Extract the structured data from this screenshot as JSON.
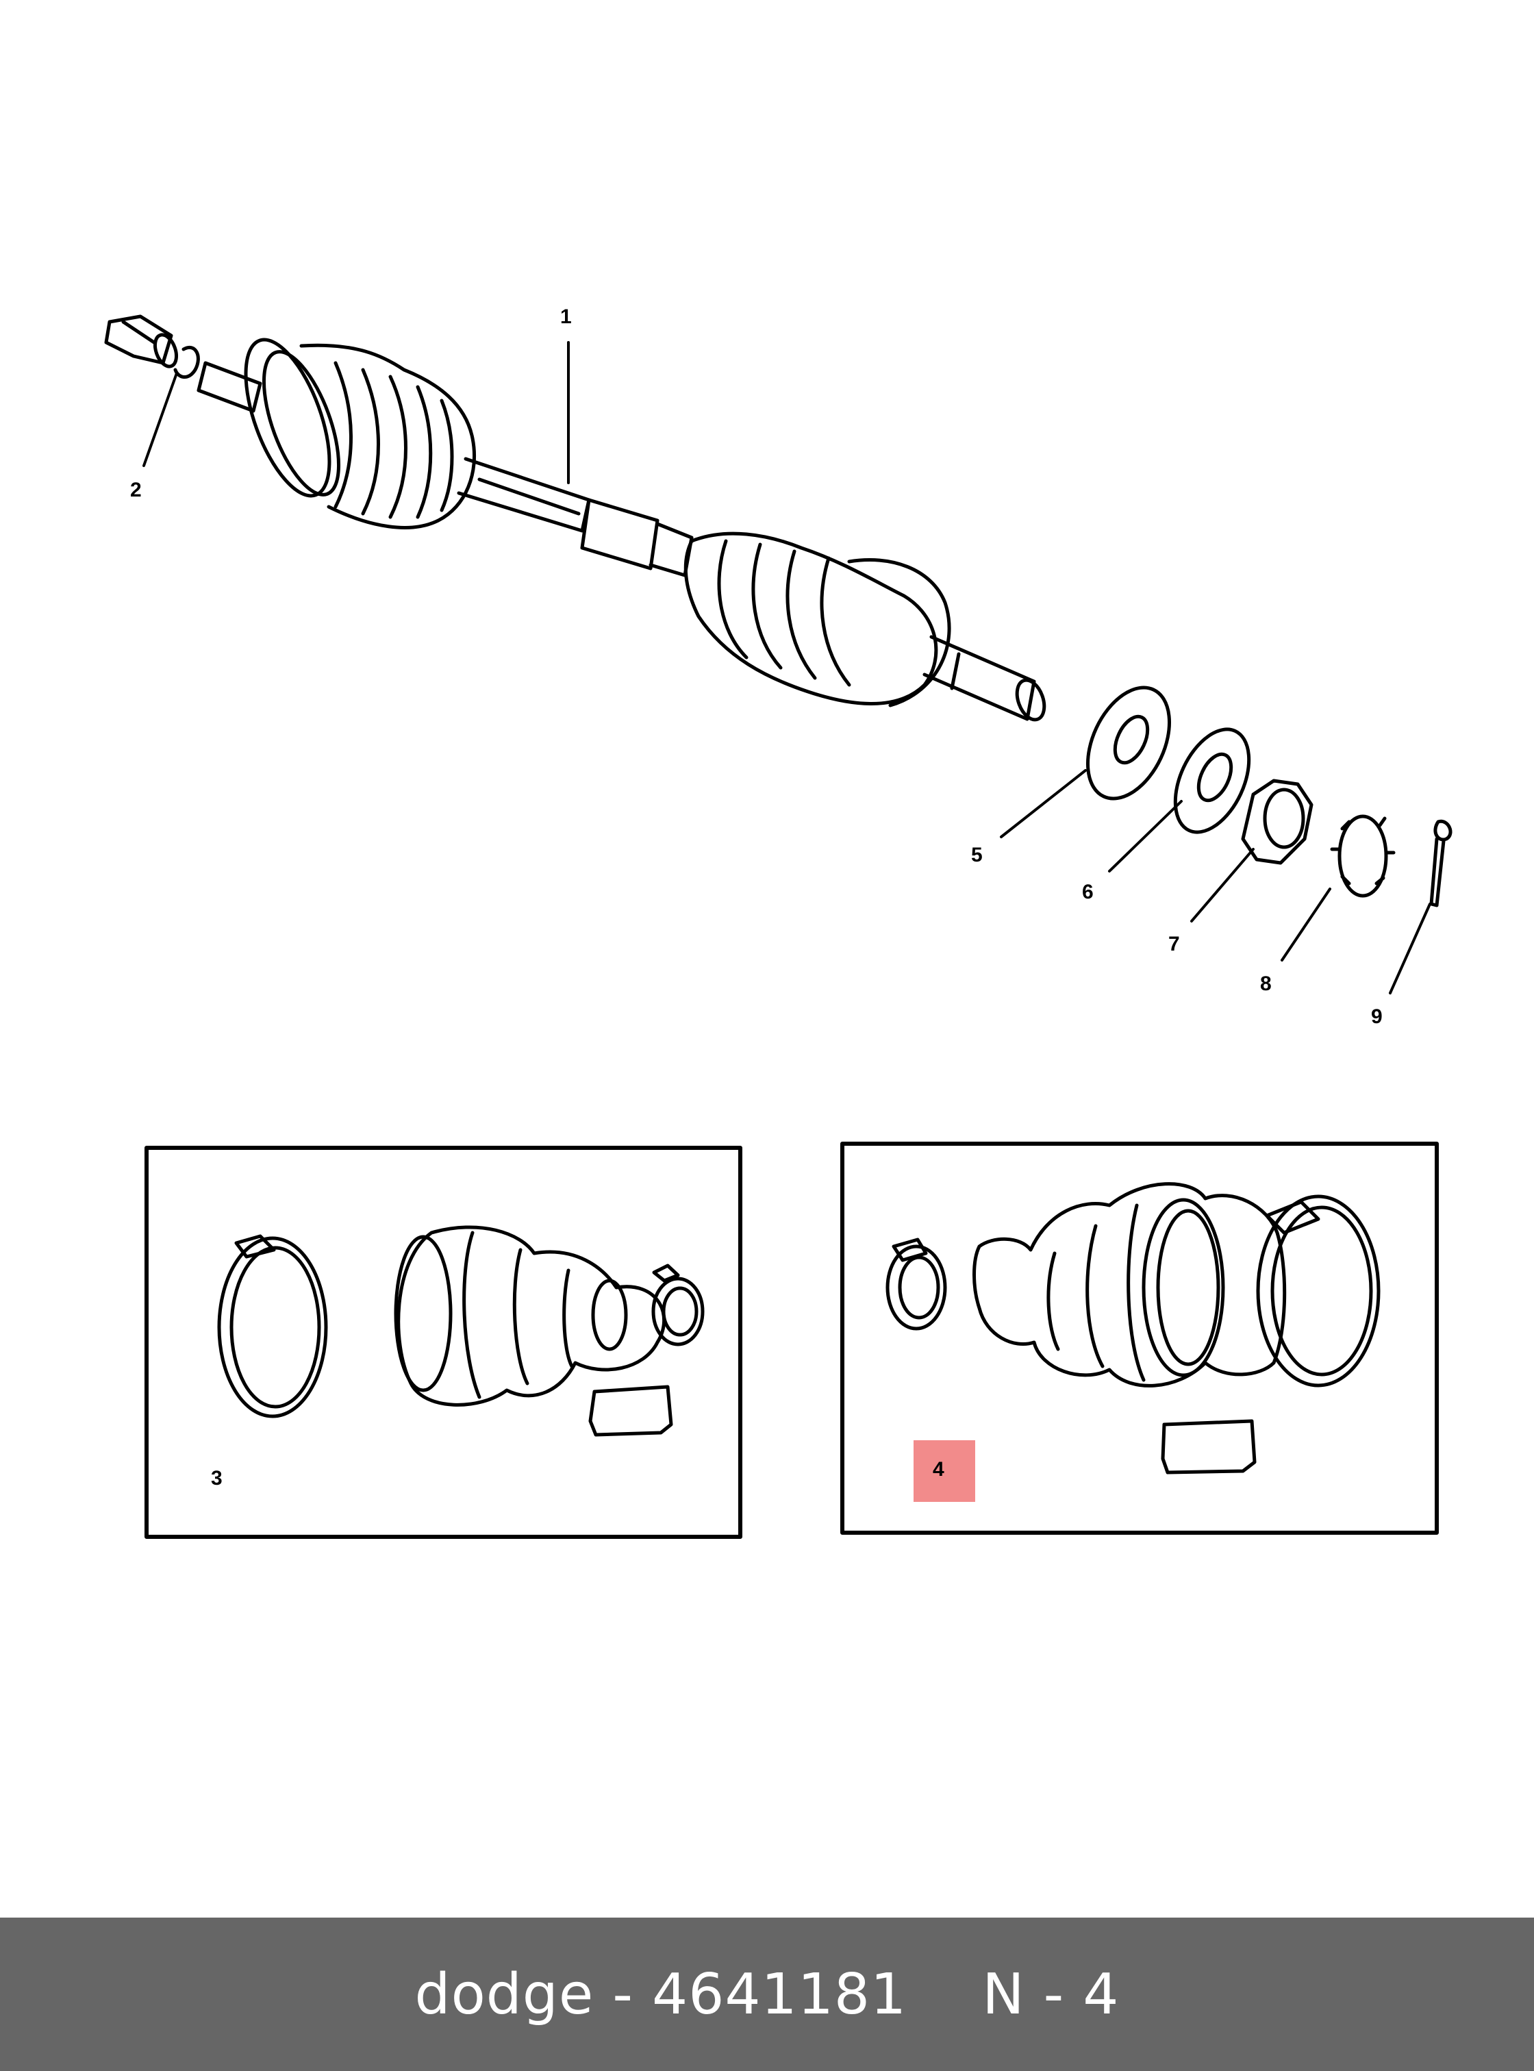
{
  "callouts": {
    "c1": "1",
    "c2": "2",
    "c3": "3",
    "c4": "4",
    "c5": "5",
    "c6": "6",
    "c7": "7",
    "c8": "8",
    "c9": "9"
  },
  "highlight_color": "#f28b8b",
  "footer": {
    "brand_part": "dodge - 4641181",
    "ref": "N - 4"
  },
  "footer_bg": "#666666"
}
